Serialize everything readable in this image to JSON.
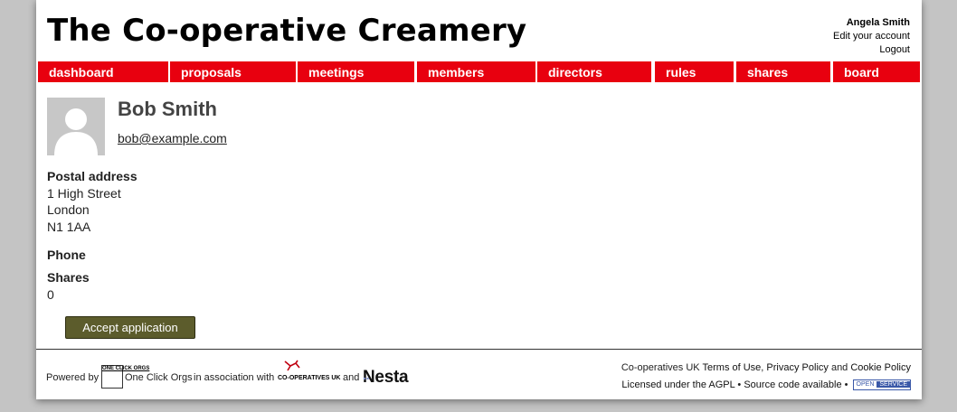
{
  "site": {
    "title": "The Co-operative Creamery"
  },
  "user_box": {
    "name": "Angela Smith",
    "edit_account": "Edit your account",
    "logout": "Logout"
  },
  "nav": [
    "dashboard",
    "proposals",
    "meetings",
    "members",
    "directors",
    "rules",
    "shares",
    "board"
  ],
  "member": {
    "name": "Bob Smith",
    "email": "bob@example.com",
    "postal_label": "Postal address",
    "address": [
      "1 High Street",
      "London",
      "N1 1AA"
    ],
    "phone_label": "Phone",
    "shares_label": "Shares",
    "shares_value": "0",
    "accept_label": "Accept application"
  },
  "footer": {
    "powered_by": "Powered by",
    "oco_logo_text": "ONE CLICK ORGS",
    "oco_name": "One Click Orgs",
    "in_assoc": "in association with",
    "coop_logo_text": "CO-OPERATIVES UK",
    "and": "and",
    "nesta": "Nesta",
    "right_line1_prefix": "Co-operatives UK ",
    "terms": "Terms of Use",
    "comma": ", ",
    "privacy": "Privacy Policy",
    "and_word": " and ",
    "cookie": "Cookie Policy",
    "licensed": "Licensed under the AGPL",
    "bullet1": " • ",
    "source": "Source code available",
    "bullet2": " • ",
    "open_badge_1": "OPEN",
    "open_badge_2": "SERVICE"
  },
  "colors": {
    "nav_red": "#e8000f",
    "button_olive": "#5c5c2c",
    "background": "#c4c4c4"
  }
}
